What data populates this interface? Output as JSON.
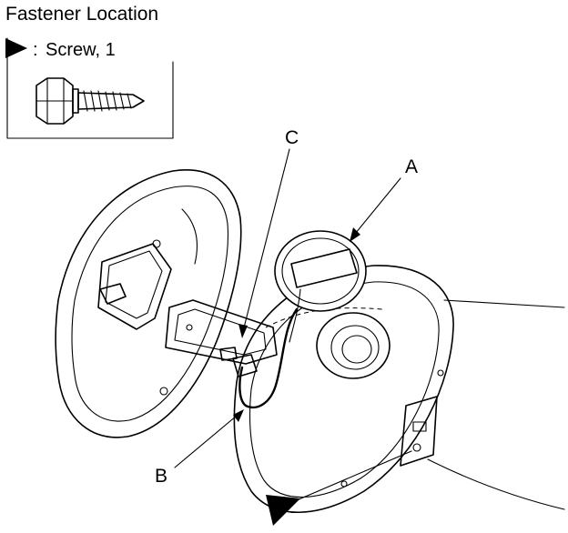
{
  "title": "Fastener Location",
  "legend": {
    "symbol_icon": "triangle-pointer-icon",
    "separator": ":",
    "label": "Screw, 1"
  },
  "callouts": {
    "a": "A",
    "b": "B",
    "c": "C"
  }
}
